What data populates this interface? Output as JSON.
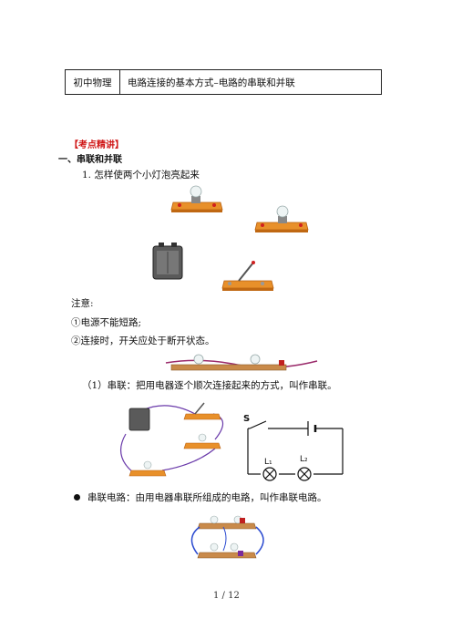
{
  "header": {
    "subject": "初中物理",
    "title": "电路连接的基本方式–电路的串联和并联"
  },
  "section_heading": "【考点精讲】",
  "part_title": "一、串联和并联",
  "question": "1.  怎样使两个小灯泡亮起来",
  "notice": {
    "label": "注意:",
    "item1": "①电源不能短路;",
    "item2": "②连接时，开关应处于断开状态。"
  },
  "series_definition": "（1）串联：把用电器逐个顺次连接起来的方式，叫作串联。",
  "circuit_labels": {
    "switch": "S",
    "lamp1": "L₁",
    "lamp2": "L₂"
  },
  "series_circuit_definition": "串联电路：由用电器串联所组成的电路，叫作串联电路。",
  "footer": {
    "page": "1  /  12"
  }
}
